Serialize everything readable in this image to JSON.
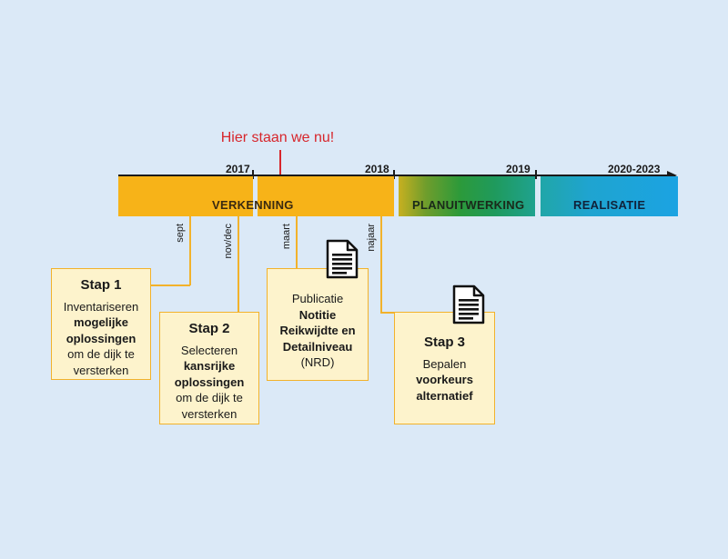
{
  "marker": {
    "label": "Hier staan we nu!"
  },
  "timeline": {
    "years": [
      "2017",
      "2018",
      "2019",
      "2020-2023"
    ],
    "phases": [
      "VERKENNING",
      "PLANUITWERKING",
      "REALISATIE"
    ]
  },
  "connectors": {
    "sept": "sept",
    "novdec": "nov/dec",
    "maart": "maart",
    "najaar": "najaar"
  },
  "steps": {
    "stap1": {
      "title": "Stap 1",
      "lines": [
        "Inventariseren",
        "mogelijke",
        "oplossingen",
        "om de dijk te",
        "versterken"
      ]
    },
    "stap2": {
      "title": "Stap 2",
      "lines": [
        "Selecteren",
        "kansrijke",
        "oplossingen",
        "om de dijk te",
        "versterken"
      ]
    },
    "publicatie": {
      "lines": [
        "Publicatie",
        "Notitie",
        "Reikwijdte en",
        "Detailniveau",
        "(NRD)"
      ]
    },
    "stap3": {
      "title": "Stap 3",
      "lines": [
        "Bepalen",
        "voorkeurs",
        "alternatief"
      ]
    }
  },
  "icons": {
    "document": "document-icon"
  },
  "colors": {
    "marker": "#d7262c",
    "verkenning": "#f7b318",
    "planuitwerking": "#2c9a3a",
    "realisatie": "#1ba3e2",
    "box_fill": "#fdf3cc",
    "box_border": "#f2b22b",
    "background": "#dbe9f7"
  }
}
